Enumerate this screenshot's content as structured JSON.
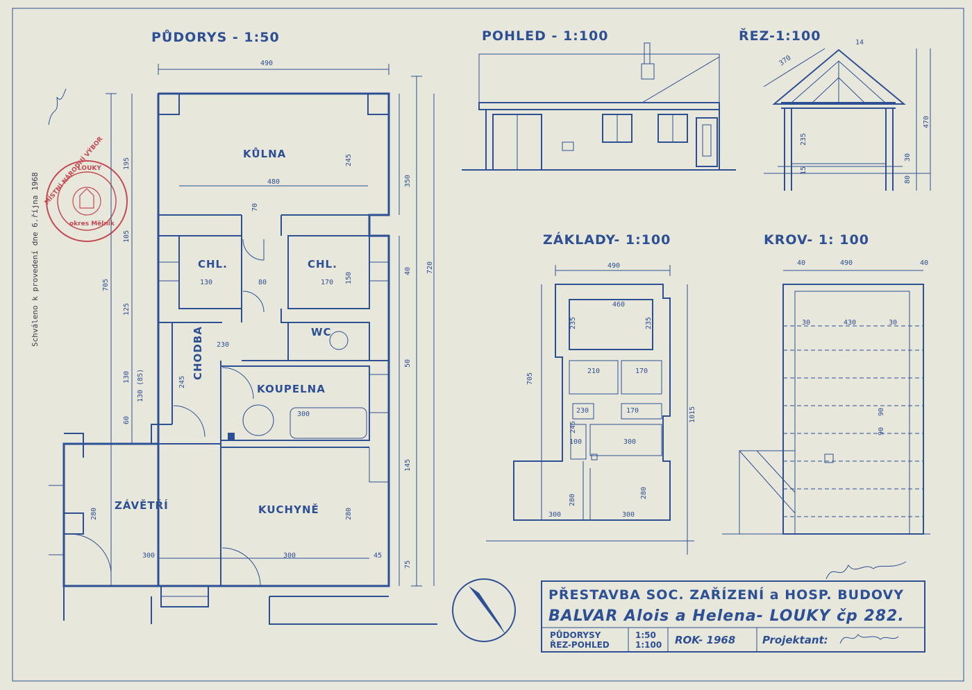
{
  "titles": {
    "floorplan": "PŮDORYS - 1:50",
    "elevation": "POHLED - 1:100",
    "section": "ŘEZ-1:100",
    "foundations": "ZÁKLADY- 1:100",
    "roof": "KROV- 1: 100"
  },
  "rooms": {
    "kulna": "KŮLNA",
    "chl_left": "CHL.",
    "chl_right": "CHL.",
    "wc": "WC",
    "chodba": "CHODBA",
    "koupelna": "KOUPELNA",
    "zavetri": "ZÁVĚTŘÍ",
    "kuchyne": "KUCHYNĚ"
  },
  "approval": {
    "text": "Schváleno k provedení dne 6.října 1968",
    "stamp_top": "MÍSTNÍ NÁRODNÍ VÝBOR",
    "stamp_bottom": "LOUKY",
    "stamp_inner": "okres Mělník"
  },
  "title_block": {
    "line1": "PŘESTAVBA SOC. ZAŘÍZENÍ a HOSP. BUDOVY",
    "line2": "BALVAR Alois a Helena- LOUKY čp 282.",
    "drawings_1": "PŮDORYSY",
    "drawings_2": "ŘEZ-POHLED",
    "scale_1": "1:50",
    "scale_2": "1:100",
    "year": "ROK- 1968",
    "designer_label": "Projektant:"
  },
  "dims": {
    "plan_top": "490",
    "plan_480": "480",
    "plan_245": "245",
    "plan_350": "350",
    "plan_720": "720",
    "plan_705": "705",
    "plan_195": "195",
    "plan_105": "105",
    "plan_125": "125",
    "plan_130": "130",
    "plan_150": "150",
    "plan_145": "145",
    "plan_300a": "300",
    "plan_300b": "300",
    "plan_300c": "300",
    "plan_280a": "280",
    "plan_280b": "280",
    "plan_170": "170",
    "plan_130b": "130",
    "plan_80": "80",
    "plan_45": "45",
    "plan_75": "75",
    "plan_60": "60",
    "plan_40": "40",
    "plan_50": "50",
    "plan_70": "70",
    "plan_230": "230",
    "plan_245b": "245",
    "plan_130_85": "130 (85)",
    "zak_490": "490",
    "zak_460": "460",
    "zak_705": "705",
    "zak_1015": "1015",
    "zak_235a": "235",
    "zak_235b": "235",
    "zak_210": "210",
    "zak_170a": "170",
    "zak_170b": "170",
    "zak_230": "230",
    "zak_300a": "300",
    "zak_300b": "300",
    "zak_300c": "300",
    "zak_280a": "280",
    "zak_280b": "280",
    "zak_100": "100",
    "zak_245": "245",
    "krov_490": "490",
    "krov_430": "430",
    "krov_40a": "40",
    "krov_40b": "40",
    "krov_30a": "30",
    "krov_30b": "30",
    "krov_90a": "90",
    "krov_90b": "90",
    "rez_370": "370",
    "rez_470": "470",
    "rez_235": "235",
    "rez_80": "80",
    "rez_30": "30",
    "rez_15": "15",
    "rez_14": "14"
  },
  "colors": {
    "ink": "#2d4f93",
    "paper": "#e8e7dc",
    "stamp": "#c44a52"
  }
}
